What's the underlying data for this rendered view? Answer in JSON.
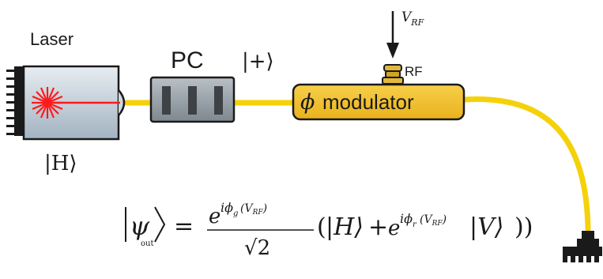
{
  "labels": {
    "laser": "Laser",
    "pc": "PC",
    "plus_ket": "|+⟩",
    "h_ket": "|H⟩",
    "modulator": "modulator",
    "phi": "ϕ",
    "rf": "RF",
    "v_rf_base": "V",
    "v_rf_sub": "RF"
  },
  "equation": {
    "psi": "ψ",
    "out_sub": "out",
    "equals": "=",
    "e": "e",
    "i_phi": "iϕ",
    "g_sub": "g",
    "r_sub": "r",
    "v_rf_arg_open": "(V",
    "v_rf_arg_sub": "RF",
    "close_paren": ")",
    "sqrt2": "√2",
    "open_paren": "(",
    "h_ket": "|H⟩",
    "plus": "+",
    "v_ket": "|V⟩",
    "close_all": "))"
  },
  "colors": {
    "fiber": "#f5d10a",
    "modulator_fill": "#f2c12e",
    "laser_body_top": "#dfe7ee",
    "laser_body_bottom": "#a9b8c5",
    "laser_star": "#ff1a1a",
    "pc_fill": "#9aa3ab",
    "pc_paddle": "#3e4247",
    "connector": "#cfa420",
    "dark": "#1a1a1a"
  }
}
